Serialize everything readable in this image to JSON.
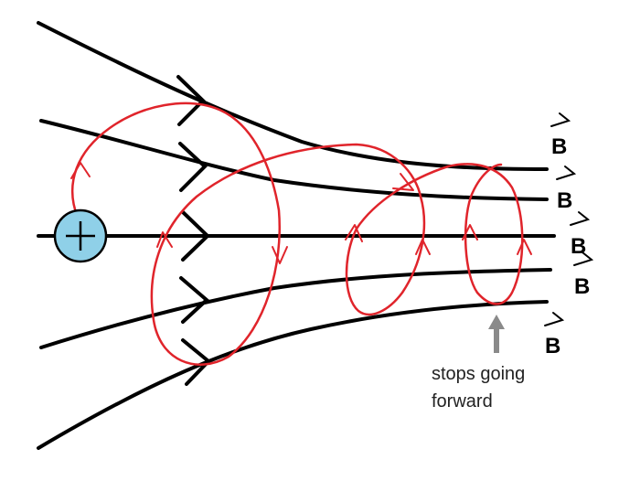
{
  "field": {
    "symbol": "B",
    "line_color": "#000000",
    "line_count": 5
  },
  "charge": {
    "sign": "+",
    "fill_color": "#8fd0e8",
    "icon": "plus-icon"
  },
  "trajectory": {
    "color": "#e0242b",
    "direction": "moves right while spiraling, loops tighten as field converges"
  },
  "annotation": {
    "line1": "stops going",
    "line2": "forward",
    "pointer_color": "#8a8a8a",
    "icon": "up-arrow-icon"
  }
}
